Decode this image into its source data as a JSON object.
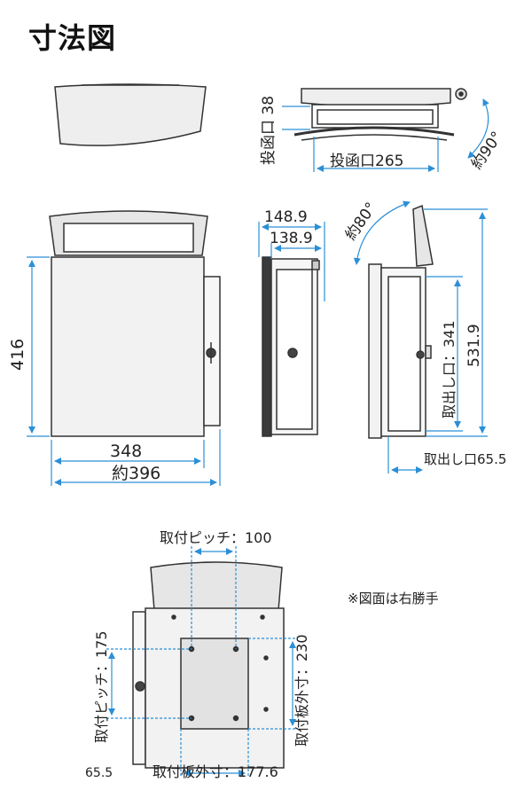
{
  "title": "寸法図",
  "colors": {
    "outline": "#333333",
    "dimension": "#2b8fd6",
    "body_fill": "#f2f2f2",
    "lid_fill": "#e6e6e6",
    "dark_fill": "#3a3a3a"
  },
  "top_view": {
    "insert_height": "投函口 38",
    "insert_width": "投函口265",
    "angle": "約90°"
  },
  "front_view": {
    "height": "416",
    "body_width": "348",
    "overall_width": "約396"
  },
  "side_view": {
    "depth_outer": "148.9",
    "depth_inner": "138.9"
  },
  "open_view": {
    "angle": "約80°",
    "outlet": "取出し口：341",
    "total_height": "531.9",
    "outlet_offset": "取出し口65.5"
  },
  "back_view": {
    "pitch_h": "取付ピッチ：100",
    "pitch_v": "取付ピッチ：175",
    "plate_h": "取付板外寸：177.6",
    "plate_v": "取付板外寸：230",
    "offset": "65.5"
  },
  "note": "※図面は右勝手"
}
